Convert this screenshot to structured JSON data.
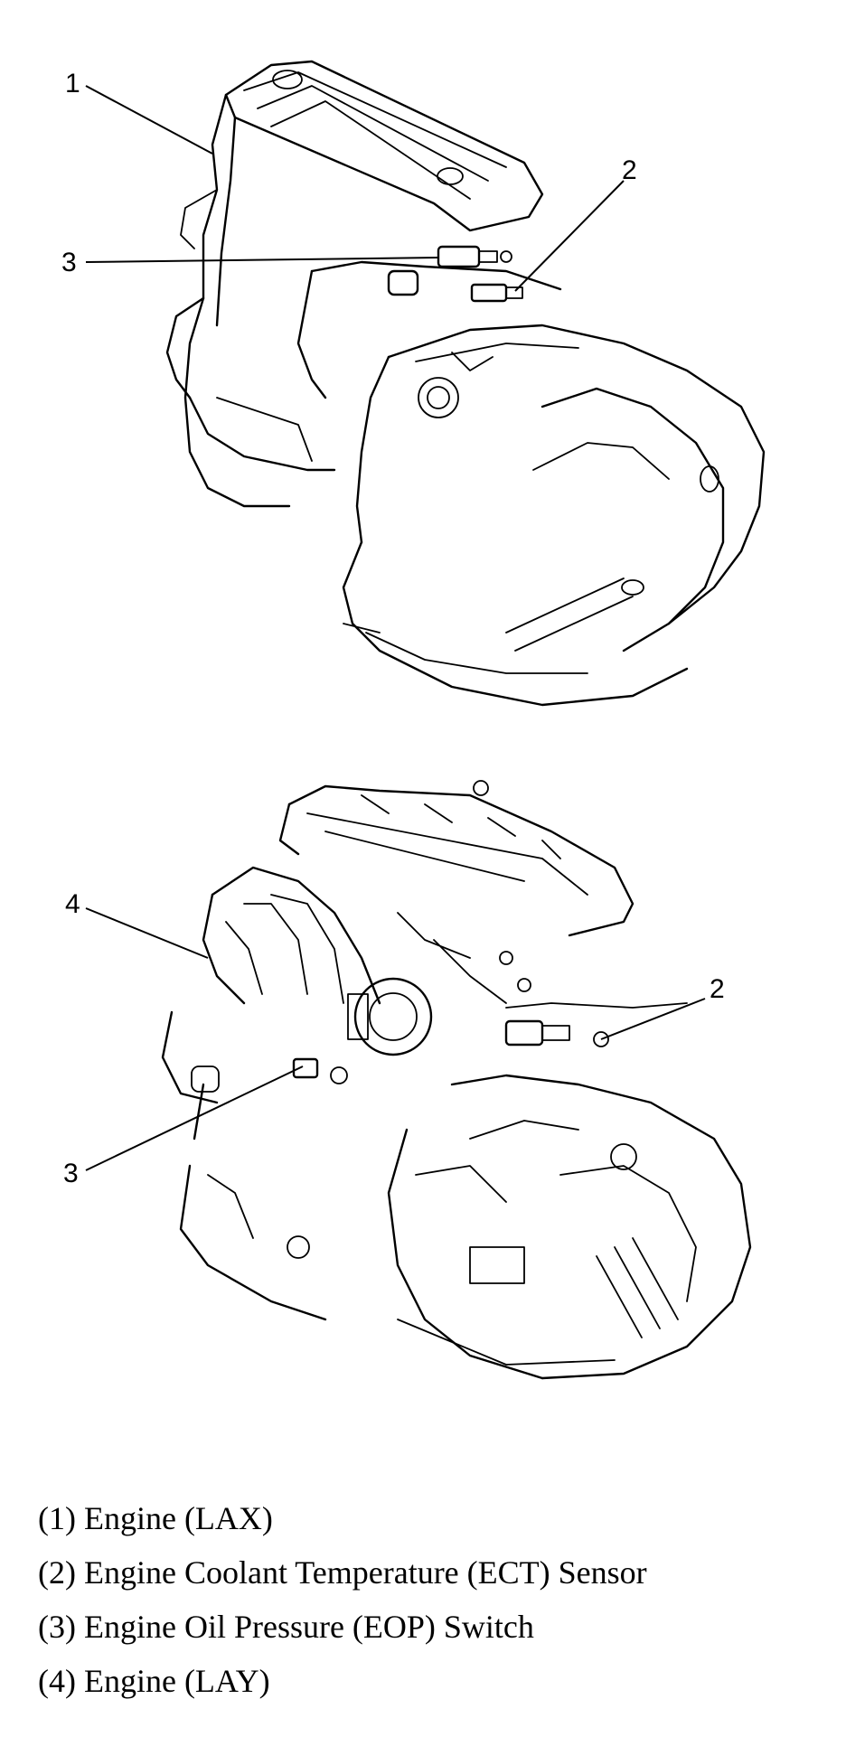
{
  "callouts": {
    "top": {
      "engine": "1",
      "ect_sensor": "2",
      "eop_switch": "3"
    },
    "bottom": {
      "engine": "4",
      "ect_sensor": "2",
      "eop_switch": "3"
    }
  },
  "legend": [
    "(1) Engine (LAX)",
    "(2) Engine Coolant Temperature (ECT) Sensor",
    "(3) Engine Oil Pressure (EOP) Switch",
    "(4) Engine (LAY)"
  ]
}
